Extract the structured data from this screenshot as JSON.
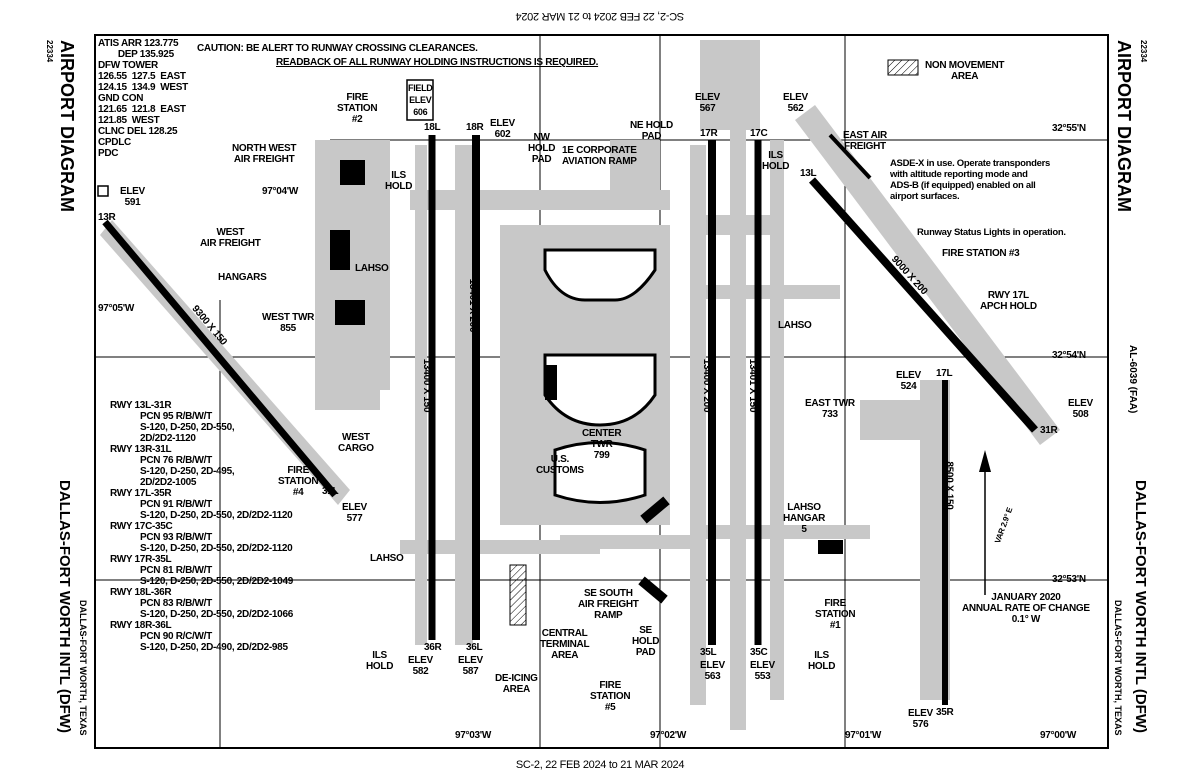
{
  "header_date": "SC-2, 22 FEB 2024 to 21 MAR 2024",
  "footer_date": "SC-2, 22 FEB 2024 to 21 MAR 2024",
  "title": "AIRPORT DIAGRAM",
  "airport_name": "DALLAS-FORT WORTH INTL (DFW)",
  "location": "DALLAS-FORT WORTH, TEXAS",
  "chart_number": "22334",
  "al_number": "AL-6039 (FAA)",
  "comms": [
    "ATIS ARR 123.775",
    "        DEP 135.925",
    "DFW TOWER",
    "126.55  127.5  EAST",
    "124.15  134.9  WEST",
    "GND CON",
    "121.65  121.8  EAST",
    "121.85  WEST",
    "CLNC DEL 128.25",
    "CPDLC",
    "PDC"
  ],
  "caution": "CAUTION: BE ALERT TO RUNWAY CROSSING CLEARANCES.",
  "readback": "READBACK OF ALL RUNWAY HOLDING INSTRUCTIONS IS REQUIRED.",
  "legend_nonmovement": "NON MOVEMENT\nAREA",
  "asde_note": "ASDE-X in use. Operate transponders\nwith altitude reporting mode and\nADS-B (if equipped) enabled on all\nairport surfaces.",
  "rwsl_note": "Runway Status Lights in operation.",
  "field_elev": "FIELD\nELEV\n606",
  "variation": "JANUARY 2020\nANNUAL RATE OF CHANGE\n0.1° W",
  "var_arrow": "VAR 2.9° E",
  "coords": {
    "n55": "32°55'N",
    "n54": "32°54'N",
    "n53": "32°53'N",
    "w04": "97°04'W",
    "w05": "97°05'W",
    "w03": "97°03'W",
    "w02": "97°02'W",
    "w01": "97°01'W",
    "w00": "97°00'W"
  },
  "pcn": [
    {
      "rwy": "RWY 13L-31R",
      "pcn": "PCN 95 R/B/W/T",
      "load": "S-120, D-250, 2D-550,\n2D/2D2-1120"
    },
    {
      "rwy": "RWY 13R-31L",
      "pcn": "PCN 76 R/B/W/T",
      "load": "S-120, D-250, 2D-495,\n2D/2D2-1005"
    },
    {
      "rwy": "RWY 17L-35R",
      "pcn": "PCN 91 R/B/W/T",
      "load": "S-120, D-250, 2D-550, 2D/2D2-1120"
    },
    {
      "rwy": "RWY 17C-35C",
      "pcn": "PCN 93 R/B/W/T",
      "load": "S-120, D-250, 2D-550, 2D/2D2-1120"
    },
    {
      "rwy": "RWY 17R-35L",
      "pcn": "PCN 81 R/B/W/T",
      "load": "S-120, D-250, 2D-550, 2D/2D2-1049"
    },
    {
      "rwy": "RWY 18L-36R",
      "pcn": "PCN 83 R/B/W/T",
      "load": "S-120, D-250, 2D-550, 2D/2D2-1066"
    },
    {
      "rwy": "RWY 18R-36L",
      "pcn": "PCN 90 R/C/W/T",
      "load": "S-120, D-250, 2D-490, 2D/2D2-985"
    }
  ],
  "labels": {
    "fire2": "FIRE\nSTATION\n#2",
    "fire1": "FIRE\nSTATION\n#1",
    "fire3": "FIRE STATION #3",
    "fire4": "FIRE\nSTATION\n#4",
    "fire5": "FIRE\nSTATION\n#5",
    "nw_freight": "NORTH WEST\nAIR FREIGHT",
    "w_freight": "WEST\nAIR FREIGHT",
    "hangars": "HANGARS",
    "west_twr": "WEST TWR\n855",
    "west_cargo": "WEST\nCARGO",
    "east_freight": "EAST AIR\nFREIGHT",
    "east_twr": "EAST TWR\n733",
    "center_twr": "CENTER\nTWR\n799",
    "customs": "U.S.\nCUSTOMS",
    "corp_ramp": "1E CORPORATE\nAVIATION RAMP",
    "ne_hold": "NE HOLD\nPAD",
    "nw_hold": "NW\nHOLD\nPAD",
    "se_hold": "SE\nHOLD\nPAD",
    "se_freight": "SE SOUTH\nAIR FREIGHT\nRAMP",
    "cta": "CENTRAL\nTERMINAL\nAREA",
    "deicing": "DE-ICING\nAREA",
    "lahso_hangar": "LAHSO\nHANGAR\n5",
    "rwy17l_hold": "RWY 17L\nAPCH HOLD",
    "ils_hold": "ILS\nHOLD",
    "lahso": "LAHSO",
    "elev591": "ELEV\n591",
    "elev577": "ELEV\n577",
    "elev582": "ELEV\n582",
    "elev587b": "ELEV\n587",
    "elev602": "ELEV\n602",
    "elev567": "ELEV\n567",
    "elev562": "ELEV\n562",
    "elev563": "ELEV\n563",
    "elev553": "ELEV\n553",
    "elev524": "ELEV\n524",
    "elev508": "ELEV\n508",
    "elev576": "ELEV\n576",
    "r18l": "18L",
    "r18r": "18R",
    "r36r": "36R",
    "r36l": "36L",
    "r17c": "17C",
    "r17r": "17R",
    "r35c": "35C",
    "r35l": "35L",
    "r13l": "13L",
    "r31r": "31R",
    "r13r": "13R",
    "r31l": "31L",
    "r17l": "17L",
    "r35r": "35R",
    "dim18l": "13400 X 150",
    "dim18r": "13401 X 200",
    "dim17c": "13401 X 150",
    "dim17r": "13400 X 200",
    "dim17l": "8500 X 150",
    "dim13l": "9000 X 200",
    "dim13r": "9300 X 150"
  },
  "colors": {
    "pavement": "#c8c8c8",
    "runway": "#000000",
    "ink": "#000000"
  }
}
